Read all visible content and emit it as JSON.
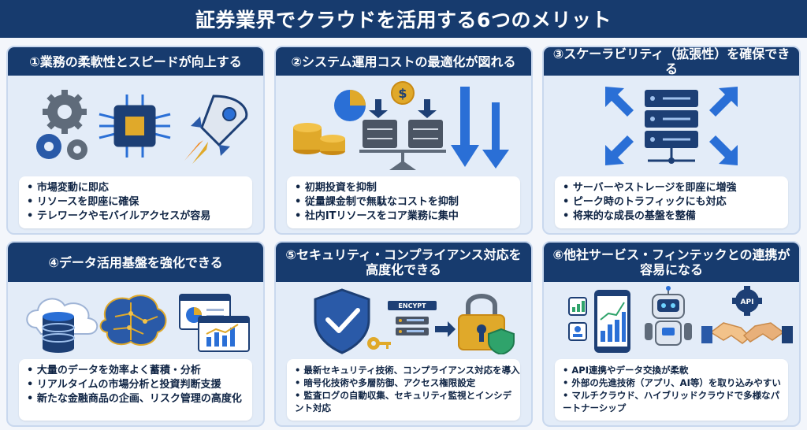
{
  "page_title": "証券業界でクラウドを活用する6つのメリット",
  "colors": {
    "header": "#173b6e",
    "card_bg": "#e3ecf8",
    "accent_blue": "#2a6fd6",
    "gold": "#e0a92a",
    "green": "#2fa36b"
  },
  "cards": [
    {
      "title": "①業務の柔軟性とスピードが向上する",
      "icons": [
        "gears-icon",
        "chip-icon",
        "rocket-icon"
      ],
      "bullets": [
        "市場変動に即応",
        "リソースを即座に確保",
        "テレワークやモバイルアクセスが容易"
      ]
    },
    {
      "title": "②システム運用コストの最適化が図れる",
      "icons": [
        "coins-icon",
        "pie-chart-icon",
        "dollar-icon",
        "balance-scale-icon",
        "down-arrows-icon"
      ],
      "bullets": [
        "初期投資を抑制",
        "従量課金制で無駄なコストを抑制",
        "社内ITリソースをコア業務に集中"
      ]
    },
    {
      "title": "③スケーラビリティ（拡張性）を確保できる",
      "icons": [
        "server-rack-icon",
        "expand-arrows-icon"
      ],
      "bullets": [
        "サーバーやストレージを即座に増強",
        "ピーク時のトラフィックにも対応",
        "将来的な成長の基盤を整備"
      ]
    },
    {
      "title": "④データ活用基盤を強化できる",
      "icons": [
        "cloud-icon",
        "database-icon",
        "brain-icon",
        "dashboard-icon"
      ],
      "bullets": [
        "大量のデータを効率よく蓄積・分析",
        "リアルタイムの市場分析と投資判断支援",
        "新たな金融商品の企画、リスク管理の高度化"
      ]
    },
    {
      "title": "⑤セキュリティ・コンプライアンス対応を高度化できる",
      "encrypt_label": "ENCYPT",
      "icons": [
        "shield-check-icon",
        "key-icon",
        "encrypt-server-icon",
        "padlock-icon"
      ],
      "bullets": [
        "最新セキュリティ技術、コンプライアンス対応を導入",
        "暗号化技術や多層防御、アクセス権限設定",
        "監査ログの自動収集、セキュリティ監視とインシデント対応"
      ]
    },
    {
      "title": "⑥他社サービス・フィンテックとの連携が容易になる",
      "api_label": "API",
      "icons": [
        "smartphone-chart-icon",
        "robot-icon",
        "api-gear-icon",
        "handshake-icon"
      ],
      "bullets": [
        "API連携やデータ交換が柔軟",
        "外部の先進技術（アプリ、AI等）を取り込みやすい",
        "マルチクラウド、ハイブリッドクラウドで多様なパートナーシップ"
      ]
    }
  ]
}
